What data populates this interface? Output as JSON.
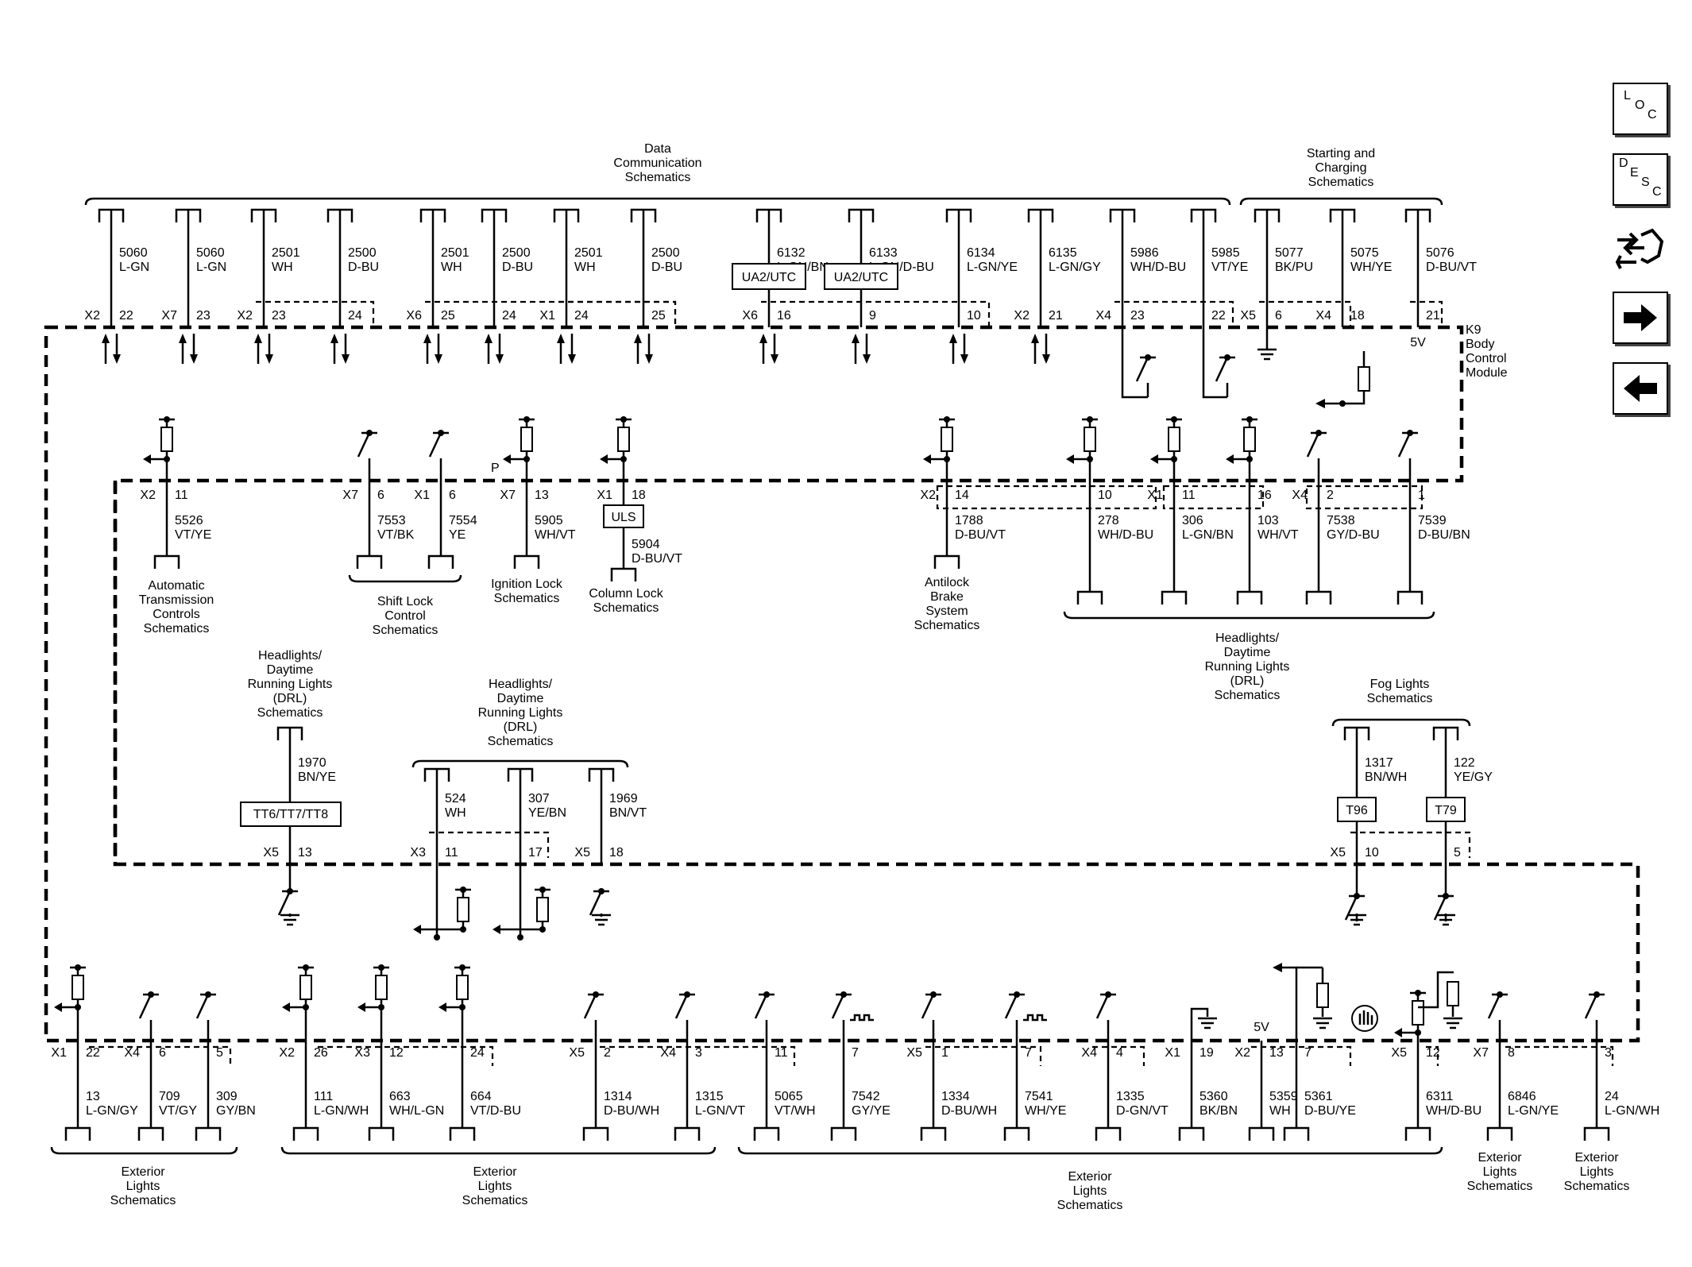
{
  "module": {
    "name": "K9",
    "lines": [
      "Body",
      "Control",
      "Module"
    ]
  },
  "refs": {
    "data_comm": [
      "Data",
      "Communication",
      "Schematics"
    ],
    "starting": [
      "Starting and",
      "Charging",
      "Schematics"
    ],
    "auto_trans": [
      "Automatic",
      "Transmission",
      "Controls",
      "Schematics"
    ],
    "shift_lock": [
      "Shift Lock",
      "Control",
      "Schematics"
    ],
    "ignition_lock": [
      "Ignition Lock",
      "Schematics"
    ],
    "column_lock": [
      "Column Lock",
      "Schematics"
    ],
    "abs": [
      "Antilock",
      "Brake",
      "System",
      "Schematics"
    ],
    "headlights_right": [
      "Headlights/",
      "Daytime",
      "Running Lights",
      "(DRL)",
      "Schematics"
    ],
    "headlights_left": [
      "Headlights/",
      "Daytime",
      "Running Lights",
      "(DRL)",
      "Schematics"
    ],
    "headlights_mid": [
      "Headlights/",
      "Daytime",
      "Running Lights",
      "(DRL)",
      "Schematics"
    ],
    "fog": [
      "Fog Lights",
      "Schematics"
    ],
    "ext1": [
      "Exterior",
      "Lights",
      "Schematics"
    ],
    "ext2": [
      "Exterior",
      "Lights",
      "Schematics"
    ],
    "ext3": [
      "Exterior",
      "Lights",
      "Schematics"
    ],
    "ext4": [
      "Exterior",
      "Lights",
      "Schematics"
    ],
    "ext5": [
      "Exterior",
      "Lights",
      "Schematics"
    ]
  },
  "top_wires": [
    {
      "circuit": "5060",
      "color": "L-GN",
      "conn": "X2",
      "pin": "22"
    },
    {
      "circuit": "5060",
      "color": "L-GN",
      "conn": "X7",
      "pin": "23"
    },
    {
      "circuit": "2501",
      "color": "WH",
      "conn": "X2",
      "pin": "23"
    },
    {
      "circuit": "2500",
      "color": "D-BU",
      "conn": "",
      "pin": "24"
    },
    {
      "circuit": "2501",
      "color": "WH",
      "conn": "X6",
      "pin": "25"
    },
    {
      "circuit": "2500",
      "color": "D-BU",
      "conn": "",
      "pin": "24"
    },
    {
      "circuit": "2501",
      "color": "WH",
      "conn": "X1",
      "pin": "24"
    },
    {
      "circuit": "2500",
      "color": "D-BU",
      "conn": "",
      "pin": "25"
    },
    {
      "circuit": "6132",
      "color": "L-GN/BN",
      "conn": "X6",
      "pin": "16"
    },
    {
      "circuit": "6133",
      "color": "L-GN/D-BU",
      "conn": "",
      "pin": "9"
    },
    {
      "circuit": "6134",
      "color": "L-GN/YE",
      "conn": "",
      "pin": "10"
    },
    {
      "circuit": "6135",
      "color": "L-GN/GY",
      "conn": "X2",
      "pin": "21"
    },
    {
      "circuit": "5986",
      "color": "WH/D-BU",
      "conn": "X4",
      "pin": "23"
    },
    {
      "circuit": "5985",
      "color": "VT/YE",
      "conn": "",
      "pin": "22"
    },
    {
      "circuit": "5077",
      "color": "BK/PU",
      "conn": "X5",
      "pin": "6"
    },
    {
      "circuit": "5075",
      "color": "WH/YE",
      "conn": "X4",
      "pin": "18"
    },
    {
      "circuit": "5076",
      "color": "D-BU/VT",
      "conn": "",
      "pin": "21"
    }
  ],
  "top_boxes": [
    "UA2/UTC",
    "UA2/UTC"
  ],
  "voltage_5v": "5V",
  "mid_wires": [
    {
      "circuit": "5526",
      "color": "VT/YE",
      "conn": "X2",
      "pin": "11"
    },
    {
      "circuit": "7553",
      "color": "VT/BK",
      "conn": "X7",
      "pin": "6"
    },
    {
      "circuit": "7554",
      "color": "YE",
      "conn": "X1",
      "pin": "6"
    },
    {
      "circuit": "5905",
      "color": "WH/VT",
      "conn": "X7",
      "pin": "13"
    },
    {
      "circuit": "5904",
      "color": "D-BU/VT",
      "conn": "X1",
      "pin": "18"
    },
    {
      "circuit": "1788",
      "color": "D-BU/VT",
      "conn": "X2",
      "pin": "14"
    },
    {
      "circuit": "278",
      "color": "WH/D-BU",
      "conn": "",
      "pin": "10"
    },
    {
      "circuit": "306",
      "color": "L-GN/BN",
      "conn": "X1",
      "pin": "11"
    },
    {
      "circuit": "103",
      "color": "WH/VT",
      "conn": "",
      "pin": "16"
    },
    {
      "circuit": "7538",
      "color": "GY/D-BU",
      "conn": "X4",
      "pin": "2"
    },
    {
      "circuit": "7539",
      "color": "D-BU/BN",
      "conn": "",
      "pin": "1"
    }
  ],
  "p_label": "P",
  "uls": "ULS",
  "low_wires": [
    {
      "circuit": "1970",
      "color": "BN/YE",
      "conn": "X5",
      "pin": "13"
    },
    {
      "circuit": "524",
      "color": "WH",
      "conn": "X3",
      "pin": "11"
    },
    {
      "circuit": "307",
      "color": "YE/BN",
      "conn": "",
      "pin": "17"
    },
    {
      "circuit": "1969",
      "color": "BN/VT",
      "conn": "X5",
      "pin": "18"
    },
    {
      "circuit": "1317",
      "color": "BN/WH",
      "conn": "X5",
      "pin": "10"
    },
    {
      "circuit": "122",
      "color": "YE/GY",
      "conn": "",
      "pin": "5"
    }
  ],
  "tt_box": "TT6/TT7/TT8",
  "t96": "T96",
  "t79": "T79",
  "bottom_wires": [
    {
      "circuit": "13",
      "color": "L-GN/GY",
      "conn": "X1",
      "pin": "22"
    },
    {
      "circuit": "709",
      "color": "VT/GY",
      "conn": "X4",
      "pin": "6"
    },
    {
      "circuit": "309",
      "color": "GY/BN",
      "conn": "",
      "pin": "5"
    },
    {
      "circuit": "111",
      "color": "L-GN/WH",
      "conn": "X2",
      "pin": "26"
    },
    {
      "circuit": "663",
      "color": "WH/L-GN",
      "conn": "X3",
      "pin": "12"
    },
    {
      "circuit": "664",
      "color": "VT/D-BU",
      "conn": "",
      "pin": "24"
    },
    {
      "circuit": "1314",
      "color": "D-BU/WH",
      "conn": "X5",
      "pin": "2"
    },
    {
      "circuit": "1315",
      "color": "L-GN/VT",
      "conn": "X4",
      "pin": "3"
    },
    {
      "circuit": "5065",
      "color": "VT/WH",
      "conn": "",
      "pin": "11"
    },
    {
      "circuit": "7542",
      "color": "GY/YE",
      "conn": "",
      "pin": "7"
    },
    {
      "circuit": "1334",
      "color": "D-BU/WH",
      "conn": "X5",
      "pin": "1"
    },
    {
      "circuit": "7541",
      "color": "WH/YE",
      "conn": "",
      "pin": "7"
    },
    {
      "circuit": "1335",
      "color": "D-GN/VT",
      "conn": "X4",
      "pin": "4"
    },
    {
      "circuit": "5360",
      "color": "BK/BN",
      "conn": "X1",
      "pin": "19"
    },
    {
      "circuit": "5359",
      "color": "WH",
      "conn": "X2",
      "pin": "13"
    },
    {
      "circuit": "5361",
      "color": "D-BU/YE",
      "conn": "",
      "pin": "7"
    },
    {
      "circuit": "6311",
      "color": "WH/D-BU",
      "conn": "X5",
      "pin": "12"
    },
    {
      "circuit": "6846",
      "color": "L-GN/YE",
      "conn": "X7",
      "pin": "8"
    },
    {
      "circuit": "24",
      "color": "L-GN/WH",
      "conn": "",
      "pin": "3"
    }
  ],
  "nav": {
    "loc": [
      "L",
      "O",
      "C"
    ],
    "desc": [
      "D",
      "E",
      "S",
      "C"
    ]
  }
}
